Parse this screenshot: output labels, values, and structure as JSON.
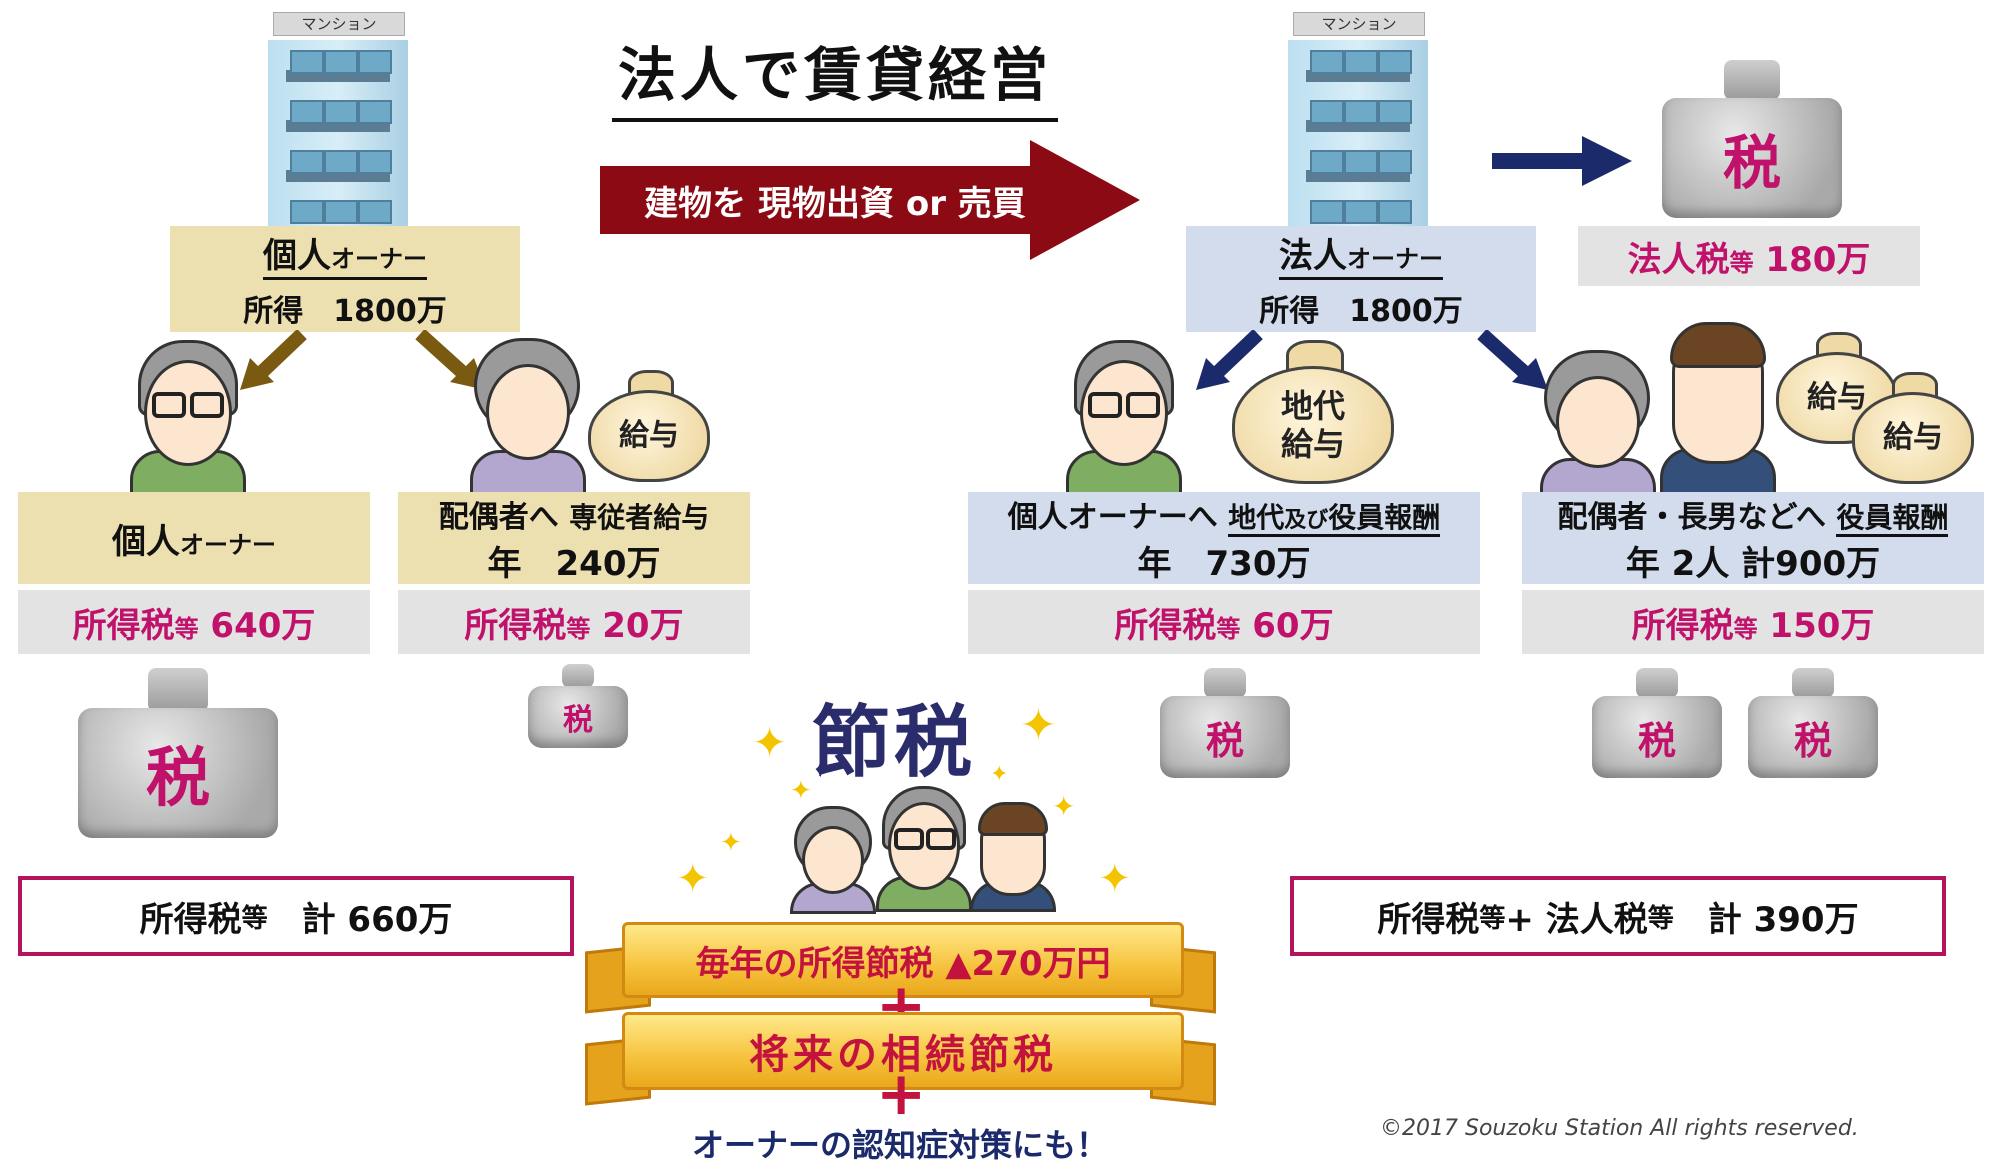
{
  "title": "法人で賃貸経営",
  "building_label": "マンション",
  "transfer_arrow": "建物を 現物出資 or 売買",
  "left": {
    "owner_title": "個人",
    "owner_suffix": "オーナー",
    "owner_income": "所得　1800万",
    "person_owner_box_main": "個人",
    "person_owner_box_suffix": "オーナー",
    "person_owner_tax": "所得税",
    "person_owner_tax_suffix": "等",
    "person_owner_tax_amount": " 640万",
    "spouse_line1_a": "配偶者へ ",
    "spouse_line1_b": "専従者給与",
    "spouse_line2": "年　240万",
    "spouse_tax": "所得税",
    "spouse_tax_suffix": "等",
    "spouse_tax_amount": " 20万",
    "bag_label": "給与",
    "weight_label": "税",
    "total_a": "所得税",
    "total_b": "等",
    "total_c": "　計 660万"
  },
  "right": {
    "owner_title": "法人",
    "owner_suffix": "オーナー",
    "owner_income": "所得　1800万",
    "corp_tax": "法人税",
    "corp_tax_suffix": "等",
    "corp_tax_amount": " 180万",
    "weight_label": "税",
    "bag_rent_line1": "地代",
    "bag_rent_line2": "給与",
    "bag_salary": "給与",
    "owner_box_line1_a": "個人オーナーへ ",
    "owner_box_line1_b": "地代",
    "owner_box_line1_c": "及び",
    "owner_box_line1_d": "役員報酬",
    "owner_box_line2": "年　730万",
    "owner_tax": "所得税",
    "owner_tax_suffix": "等",
    "owner_tax_amount": " 60万",
    "family_line1_a": "配偶者・長男など",
    "family_line1_b": "へ ",
    "family_line1_c": "役員報酬",
    "family_line2": "年 2人 計900万",
    "family_tax": "所得税",
    "family_tax_suffix": "等",
    "family_tax_amount": " 150万",
    "total_a": "所得税",
    "total_b": "等",
    "total_c": " + 法人税",
    "total_d": "等",
    "total_e": "　計 390万"
  },
  "center": {
    "setsuzei": "節税",
    "ribbon1": "毎年の所得節税 ▲270万円",
    "plus": "+",
    "ribbon2": "将来の相続節税",
    "footer": "オーナーの認知症対策にも！"
  },
  "copyright": "©2017 Souzoku Station All rights reserved.",
  "colors": {
    "tan": "#ecdfb0",
    "blue_box": "#d2dcec",
    "gray_box": "#e3e3e3",
    "tax_magenta": "#c0116b",
    "arrow_dark_red": "#8b0a14",
    "arrow_navy": "#1b2a6b",
    "arrow_olive": "#7a5a10"
  },
  "icons": [
    "building-icon",
    "weight-icon",
    "money-bag-icon",
    "old-man-icon",
    "old-woman-icon",
    "young-man-icon",
    "sparkle-icon"
  ]
}
